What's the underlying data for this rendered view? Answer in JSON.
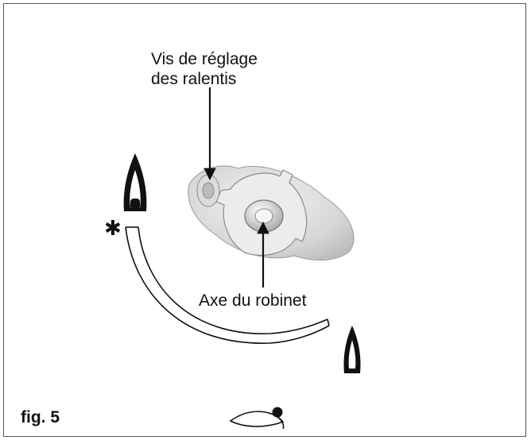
{
  "figure": {
    "caption": "fig. 5",
    "label_top_line1": "Vis de réglage",
    "label_top_line2": "des ralentis",
    "label_bottom": "Axe du robinet"
  },
  "icons": [
    "flame-max-icon",
    "flame-min-icon",
    "ignition-star-icon",
    "turn-direction-icon"
  ],
  "colors": {
    "ink": "#111111",
    "frame": "#555555",
    "part": "#d9d9d9"
  }
}
